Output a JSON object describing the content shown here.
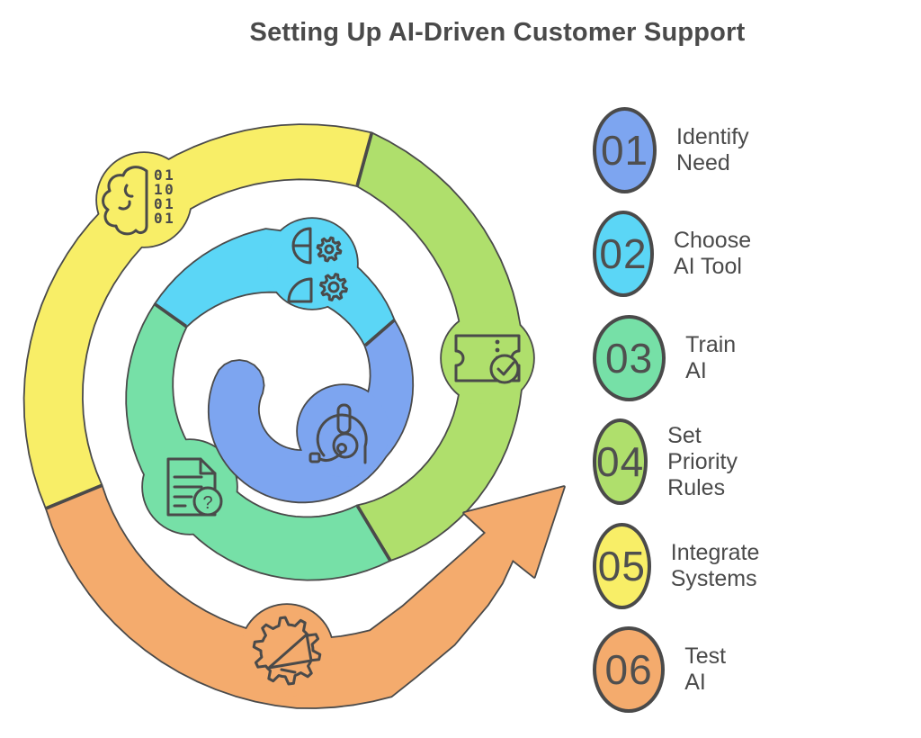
{
  "title": "Setting Up AI-Driven Customer Support",
  "colors": {
    "outline": "#4a4a4a",
    "text": "#4a4a4a",
    "blue": "#7DA5F0",
    "cyan": "#5BD6F6",
    "green": "#76E0A7",
    "lightgreen": "#AFDF6C",
    "yellow": "#F8EE67",
    "orange": "#F4AB6D"
  },
  "steps": [
    {
      "number": "01",
      "label": "Identify Need",
      "color_key": "blue",
      "icon": "headset-agent-icon"
    },
    {
      "number": "02",
      "label": "Choose AI Tool",
      "color_key": "cyan",
      "icon": "user-settings-icon"
    },
    {
      "number": "03",
      "label": "Train AI",
      "color_key": "green",
      "icon": "document-question-icon"
    },
    {
      "number": "04",
      "label": "Set Priority Rules",
      "color_key": "lightgreen",
      "icon": "ticket-check-icon"
    },
    {
      "number": "05",
      "label": "Integrate Systems",
      "color_key": "yellow",
      "icon": "brain-binary-icon"
    },
    {
      "number": "06",
      "label": "Test AI",
      "color_key": "orange",
      "icon": "megaphone-gear-icon"
    }
  ],
  "spiral": {
    "binary_text": [
      "01",
      "10",
      "01",
      "01"
    ]
  }
}
